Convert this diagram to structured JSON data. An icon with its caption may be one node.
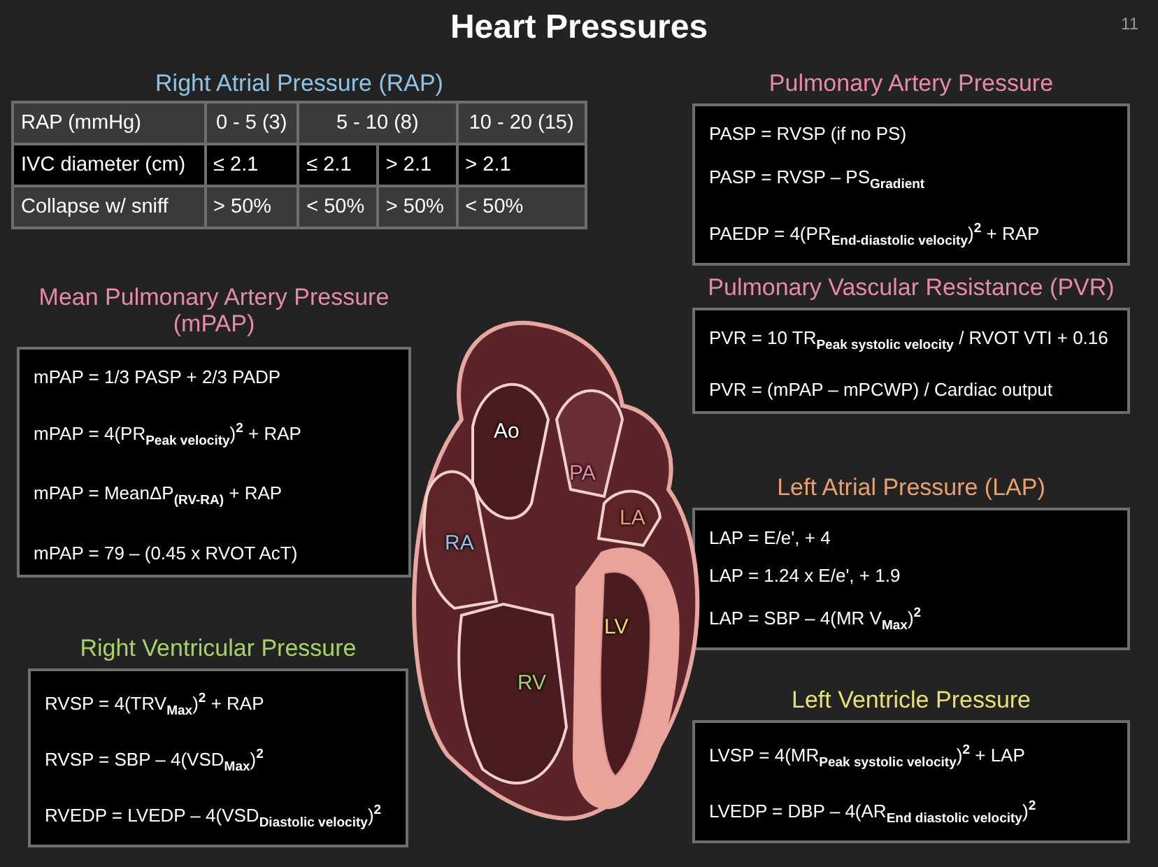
{
  "diagram": {
    "title": "Heart Pressures",
    "nodes": [
      {
        "text": [
          "Right Atrial Pressure (RAP)"
        ]
      },
      {
        "text": [
          "Mean Pulmonary Artery Pressure (mPAP)",
          "mPAP = 1/3 PASP + 2/3 PADP",
          "mPAP = 4(PR$_{Peak velocity}$)$^{2}$ + RAP",
          "mPAP = MeanΔP$_{(RV-RA)}$ + RAP",
          "mPAP = 79 – (0.45 x RVOT AcT)"
        ]
      },
      {
        "text": [
          "Right Ventricular Pressure",
          "RVSP = 4(TRV$_{Max}$)$^{2}$ + RAP",
          "RVSP = SBP – 4(VSD$_{Max}$)$^{2}$",
          "RVEDP = LVEDP – 4(VSD$_{Diastolic velocity}$)$^{2}$"
        ]
      },
      {
        "text": [
          "Pulmonary Artery Pressure",
          "PASP = RVSP (if no PS)",
          "PASP = RVSP – PS$_{Gradient}$",
          "PAEDP = 4(PR$_{End-diastolic velocity}$)$^{2}$ + RAP"
        ]
      },
      {
        "text": [
          "Pulmonary Vascular Resistance (PVR)",
          "PVR = 10 TR$_{Peak systolic velocity}$ / RVOT VTI + 0.16",
          "PVR = (mPAP – mPCWP) / Cardiac output"
        ]
      },
      {
        "text": [
          "Left Atrial Pressure (LAP)",
          "LAP = E/e', + 4",
          "LAP = 1.24 x E/e', + 1.9",
          "LAP = SBP – 4(MR V$_{Max}$)$^{2}$"
        ]
      },
      {
        "text": [
          "Left Ventricle Pressure",
          "LVSP = 4(MR$_{Peak systolic velocity}$)$^{2}$ + LAP",
          "LVEDP = DBP – 4(AR$_{End diastolic velocity}$)$^{2}$"
        ]
      }
    ],
    "labels": [
      "11",
      "RAP (mmHg)",
      "0 - 5 (3)",
      "5 - 10 (8)",
      "10 - 20 (15)",
      "IVC diameter (cm)",
      "≤ 2.1",
      "≤ 2.1",
      "> 2.1",
      "> 2.1",
      "Collapse w/ sniff",
      "> 50%",
      "< 50%",
      "> 50%",
      "< 50%",
      "Ao",
      "PA",
      "LA",
      "RA",
      "LV",
      "RV"
    ]
  }
}
